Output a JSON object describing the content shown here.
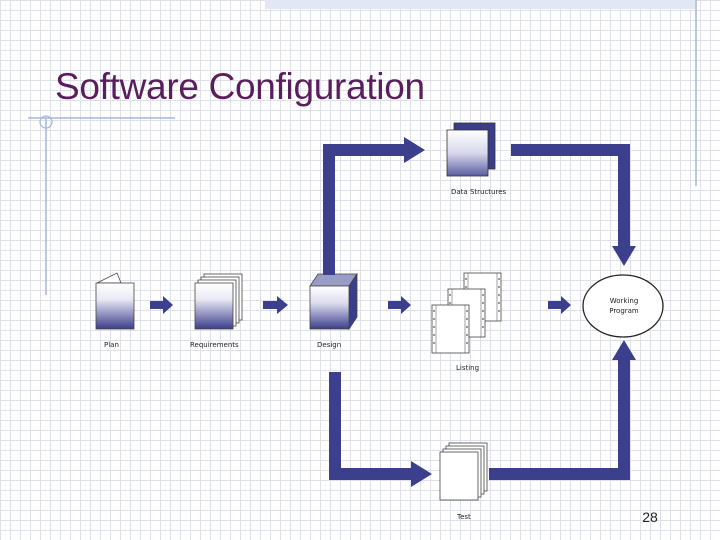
{
  "slide": {
    "title": "Software Configuration",
    "page_number": "28"
  },
  "items": {
    "plan": "Plan",
    "requirements": "Requirements",
    "design": "Design",
    "data_structures": "Data Structures",
    "listing": "Listing",
    "test": "Test",
    "working_program": "Working Program"
  },
  "colors": {
    "title": "#5a1e5c",
    "arrow": "#3b3f8c",
    "grid": "#dde0e8",
    "deco_line": "#a4b6d8"
  }
}
